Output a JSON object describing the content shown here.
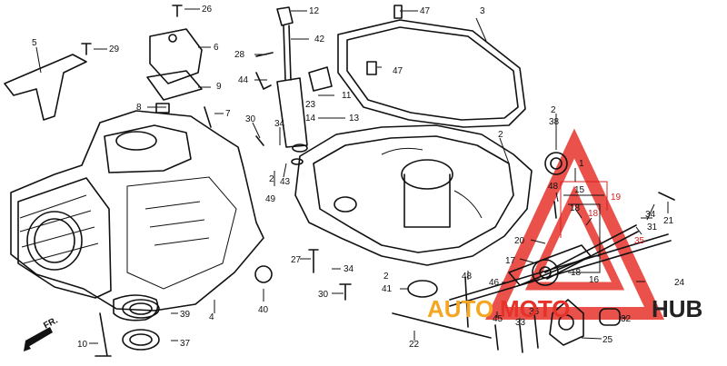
{
  "labels": {
    "l1": "1",
    "l2a": "2",
    "l2b": "2",
    "l2c": "2",
    "l3": "3",
    "l4": "4",
    "l5": "5",
    "l6": "6",
    "l7": "7",
    "l8": "8",
    "l9": "9",
    "l10": "10",
    "l11": "11",
    "l12": "12",
    "l13": "13",
    "l14": "14",
    "l15": "15",
    "l16": "16",
    "l17": "17",
    "l18a": "18",
    "l18b": "18",
    "l19": "19",
    "l20": "20",
    "l21": "21",
    "l22": "22",
    "l23": "23",
    "l24": "24",
    "l25": "25",
    "l26": "26",
    "l27": "27",
    "l28": "28",
    "l29": "29",
    "l30a": "30",
    "l30b": "30",
    "l31": "31",
    "l32": "32",
    "l33": "33",
    "l34a": "34",
    "l34b": "34",
    "l35": "35",
    "l36": "36",
    "l37": "37",
    "l38": "38",
    "l39": "39",
    "l40": "40",
    "l41": "41",
    "l42": "42",
    "l43": "43",
    "l44": "44",
    "l45": "45",
    "l46": "46",
    "l47a": "47",
    "l47b": "47",
    "l48a": "48",
    "l48b": "48",
    "l49": "49"
  },
  "front_marker": "FR.",
  "watermark": {
    "part1": "AUTO",
    "part2": "MOTO",
    "part3": "HUB",
    "color_orange": "#f5a623",
    "color_red": "#e6332a",
    "color_dark": "#222222"
  }
}
